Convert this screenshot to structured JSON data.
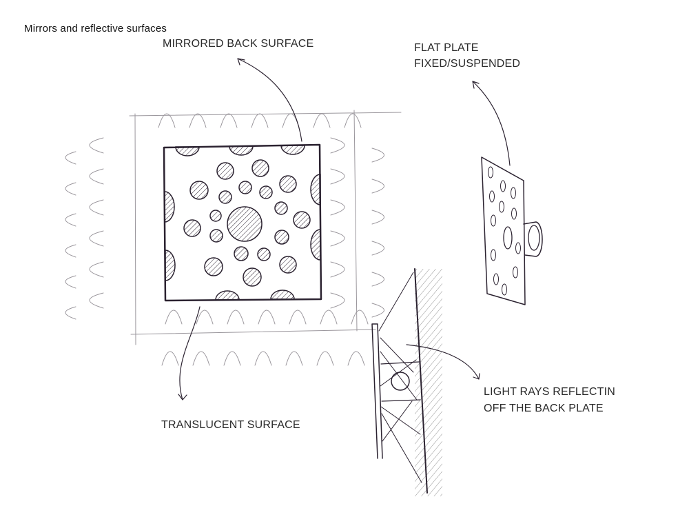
{
  "title": "Mirrors and reflective surfaces",
  "labels": {
    "mirrored_back": "MIRRORED BACK SURFACE",
    "flat_plate_1": "FLAT PLATE",
    "flat_plate_2": "FIXED/SUSPENDED",
    "translucent": "TRANSLUCENT SURFACE",
    "light_rays_1": "LIGHT RAYS REFLECTIN",
    "light_rays_2": "OFF THE BACK PLATE"
  },
  "colors": {
    "ink": "#2b2230",
    "text": "#2a2a2a"
  }
}
